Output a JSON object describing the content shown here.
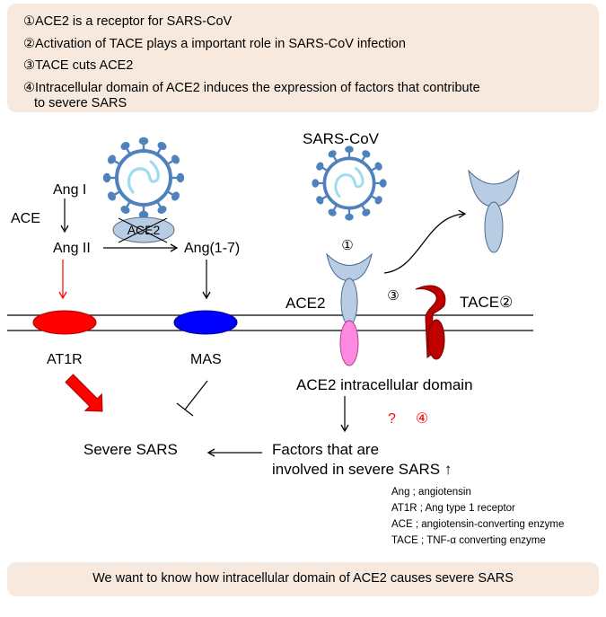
{
  "points": [
    "①ACE2 is a receptor for SARS-CoV",
    "②Activation of TACE plays a important role in SARS-CoV infection",
    "③TACE cuts ACE2",
    "④Intracellular domain of ACE2 induces the expression of factors that contribute",
    "to severe SARS"
  ],
  "labels": {
    "sars_cov": "SARS-CoV",
    "ang1": "Ang I",
    "ace": "ACE",
    "ang2": "Ang II",
    "ace2_bound": "ACE2",
    "ang17": "Ang(1-7)",
    "ace2": "ACE2",
    "tace": "TACE②",
    "circle1": "①",
    "circle3": "③",
    "at1r": "AT1R",
    "mas": "MAS",
    "intracellular": "ACE2 intracellular domain",
    "question": "?",
    "circle4": "④",
    "severe": "Severe SARS",
    "factors_line1": "Factors that are",
    "factors_line2": "involved in severe SARS ↑"
  },
  "legend": [
    "Ang ; angiotensin",
    "AT1R ; Ang type 1 receptor",
    "ACE ; angiotensin-converting enzyme",
    "TACE ; TNF-α converting enzyme"
  ],
  "bottom_question": "We want to know how intracellular domain of ACE2 causes severe SARS",
  "colors": {
    "box_bg": "#f7e9de",
    "at1r": "#ff0000",
    "mas": "#0000ff",
    "ace2_receptor": "#b8cce4",
    "ace2_intracellular": "#ff88e0",
    "tace": "#c00000",
    "virus": "#4f81bd",
    "rna": "#9ddcf0",
    "red_text": "#ff0000"
  }
}
